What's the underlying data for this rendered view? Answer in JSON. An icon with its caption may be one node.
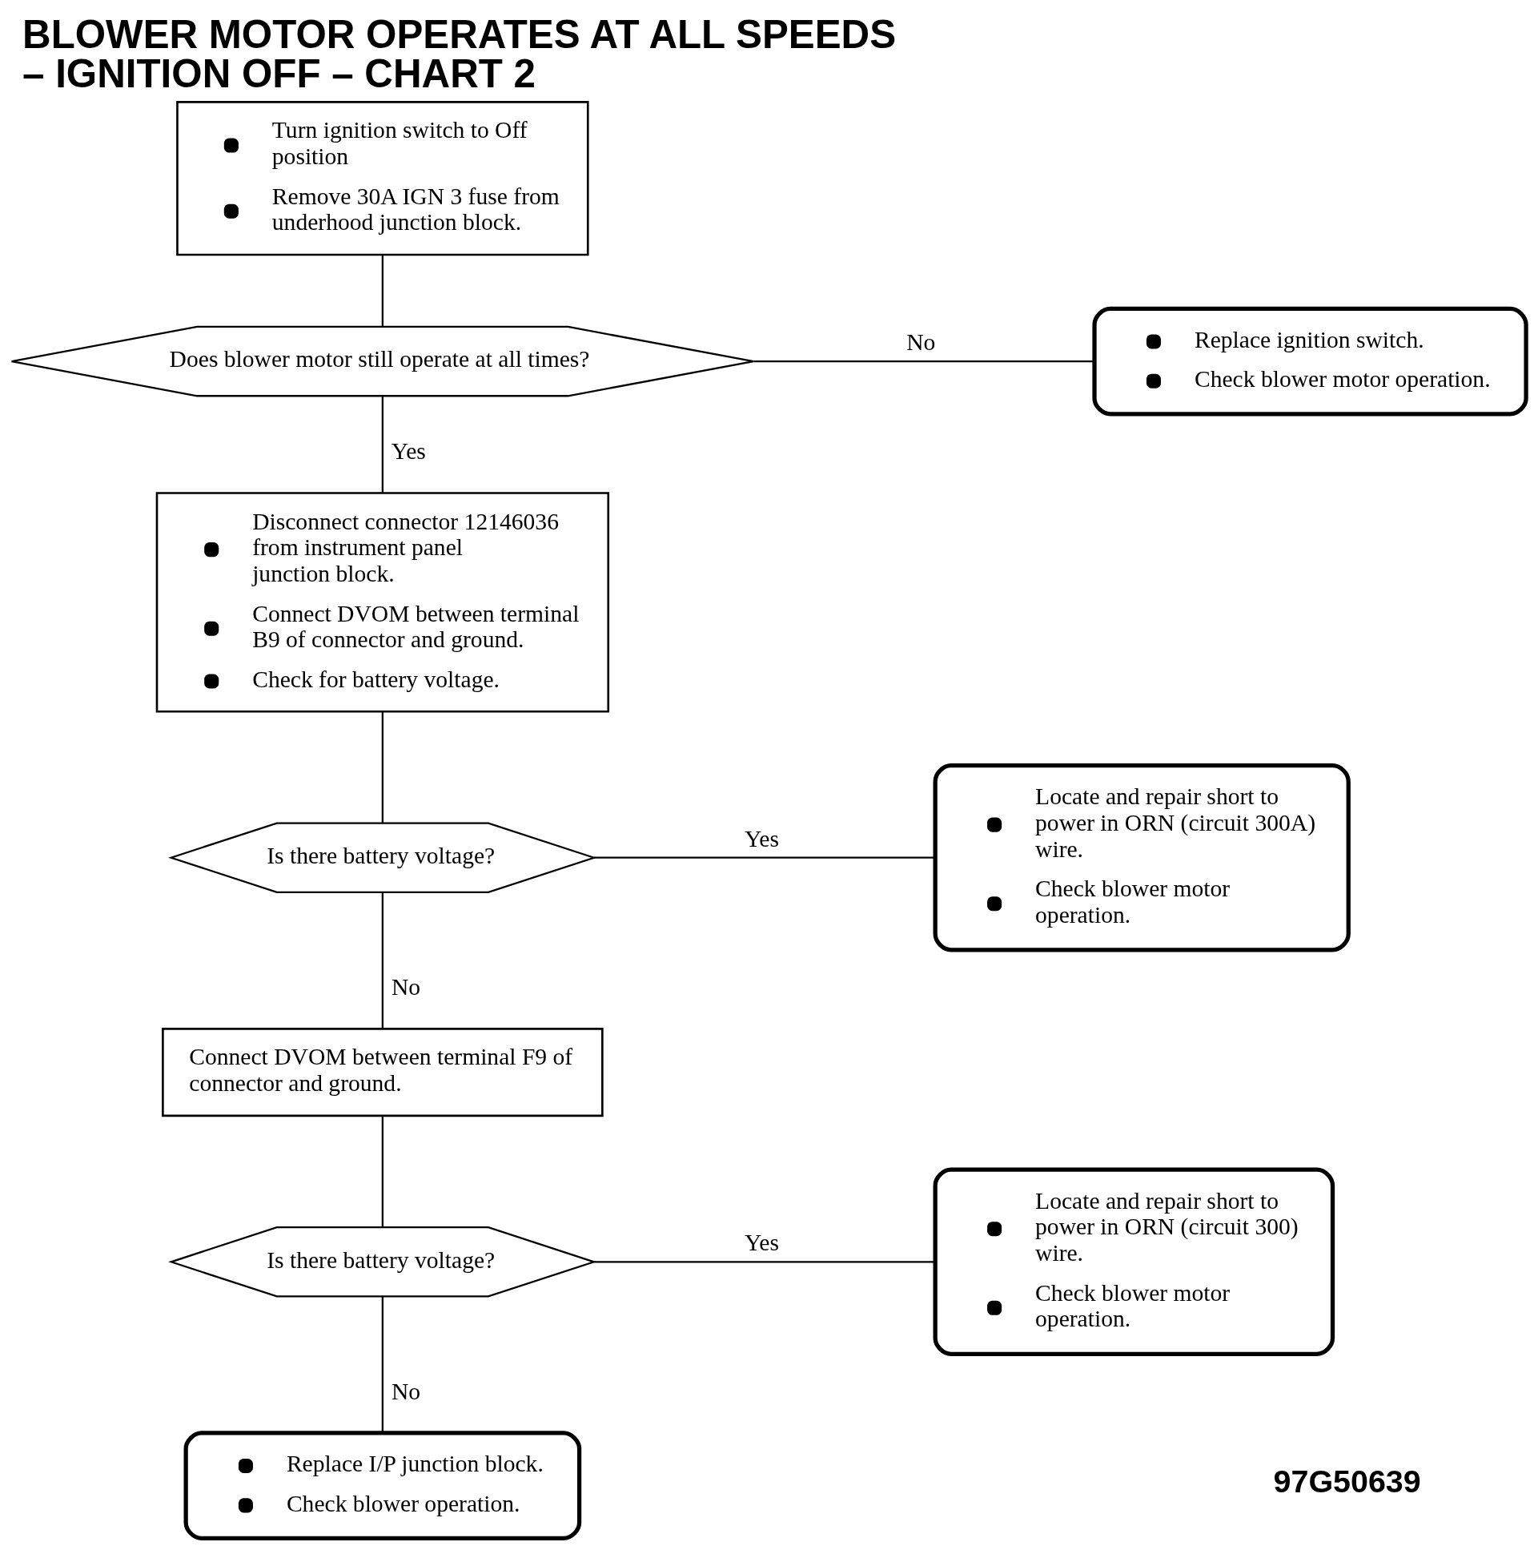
{
  "diagram": {
    "title": "BLOWER MOTOR OPERATES AT ALL SPEEDS – IGNITION OFF – CHART 2",
    "nodes": [
      {
        "text": [
          "Turn ignition switch to Off position",
          "Remove 30A IGN 3 fuse from underhood junction block."
        ]
      },
      {
        "text": [
          "Does blower motor still operate at all times?"
        ]
      },
      {
        "text": [
          "Replace ignition switch.",
          "Check blower motor operation."
        ]
      },
      {
        "text": [
          "Disconnect connector 12146036 from instrument panel junction block.",
          "Connect DVOM between terminal B9 of connector and ground.",
          "Check for battery voltage."
        ]
      },
      {
        "text": [
          "Is there battery voltage?"
        ]
      },
      {
        "text": [
          "Locate and repair short to power in ORN (circuit 300A) wire.",
          "Check blower motor operation."
        ]
      },
      {
        "text": [
          "Connect DVOM between terminal F9 of connector and ground."
        ]
      },
      {
        "text": [
          "Is there battery voltage?"
        ]
      },
      {
        "text": [
          "Locate and repair short to power in ORN (circuit 300) wire.",
          "Check blower motor operation."
        ]
      },
      {
        "text": [
          "Replace I/P junction block.",
          "Check blower operation."
        ]
      }
    ],
    "edges": [
      {
        "from": 0,
        "to": 1,
        "arrow": "none"
      },
      {
        "from": 1,
        "to": 2,
        "arrow": "none",
        "label": "No"
      },
      {
        "from": 1,
        "to": 3,
        "arrow": "none",
        "label": "Yes"
      },
      {
        "from": 3,
        "to": 4,
        "arrow": "none"
      },
      {
        "from": 4,
        "to": 5,
        "arrow": "none",
        "label": "Yes"
      },
      {
        "from": 4,
        "to": 6,
        "arrow": "none",
        "label": "No"
      },
      {
        "from": 6,
        "to": 7,
        "arrow": "none"
      },
      {
        "from": 7,
        "to": 8,
        "arrow": "none",
        "label": "Yes"
      },
      {
        "from": 7,
        "to": 9,
        "arrow": "none",
        "label": "No"
      }
    ],
    "labels": [
      "97G50639"
    ]
  }
}
